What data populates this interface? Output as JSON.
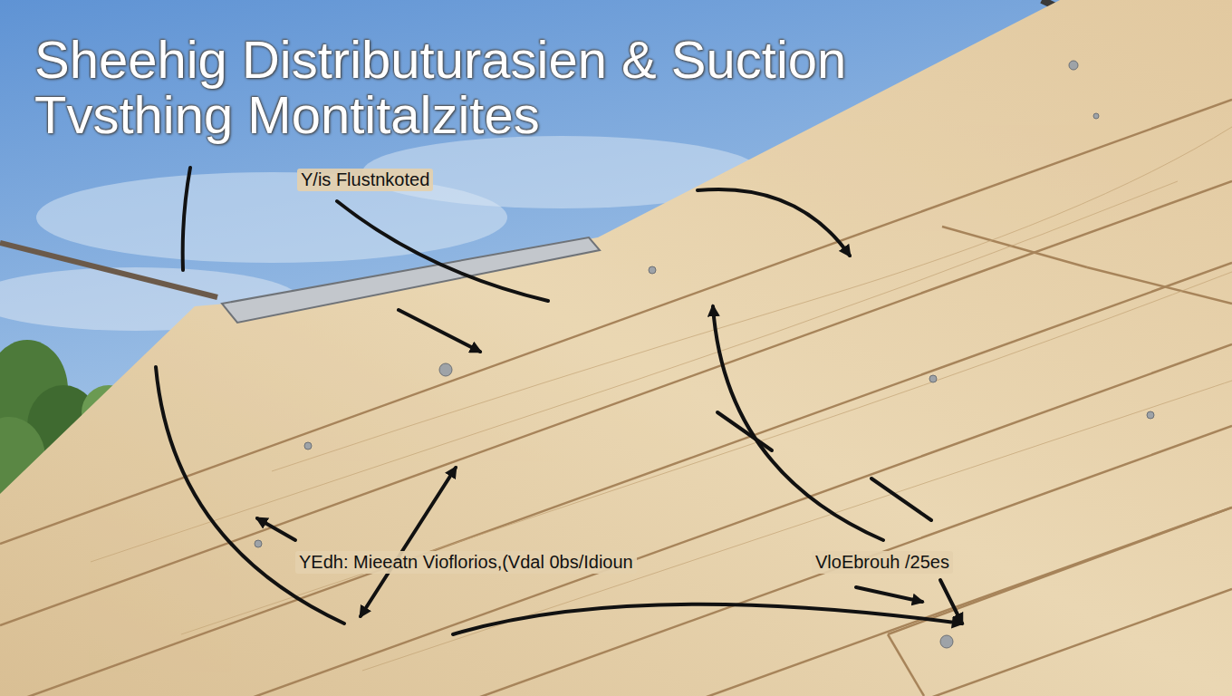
{
  "diagram": {
    "title": "Sheehig Distributurasien & Suction Tvsthing Montitalzites",
    "labels": [
      "Y/is Flustnkoted",
      "YEdh: Mieeatn Vioflorios,(Vdal 0bs/Idioun",
      "VloEbrouh /25es"
    ]
  }
}
